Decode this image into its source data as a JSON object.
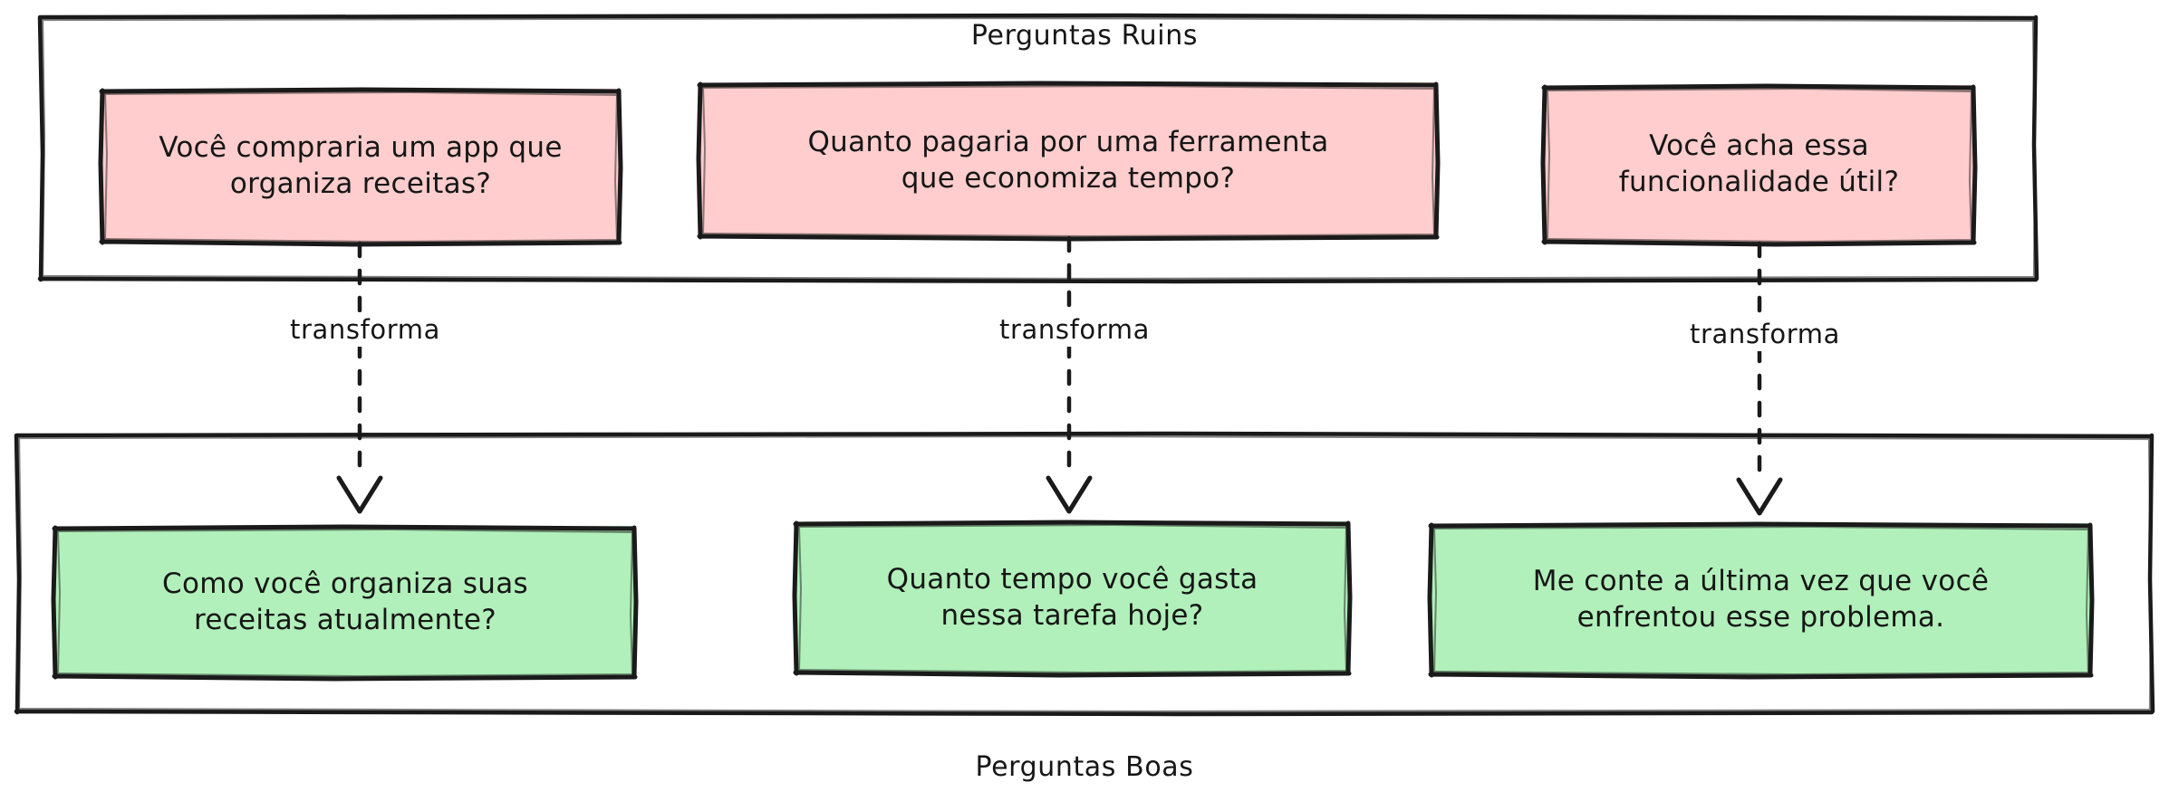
{
  "diagram": {
    "type": "flowchart",
    "direction": "top-to-bottom",
    "background_color": "#ffffff",
    "stroke_color": "#1a1a1a",
    "style": "hand-drawn"
  },
  "clusters": [
    {
      "id": "perguntas-ruins",
      "title": "Perguntas Ruins",
      "title_position": "top",
      "fill": "#ffffff",
      "stroke": "#1a1a1a"
    },
    {
      "id": "perguntas-boas",
      "title": "Perguntas Boas",
      "title_position": "bottom",
      "fill": "#ffffff",
      "stroke": "#1a1a1a"
    }
  ],
  "nodes": {
    "bad": [
      {
        "id": "bad-1",
        "text": "Você compraria um app que\norganiza receitas?",
        "fill": "#ffcdcd",
        "stroke": "#1a1a1a"
      },
      {
        "id": "bad-2",
        "text": "Quanto pagaria por uma ferramenta\nque economiza tempo?",
        "fill": "#ffcdcd",
        "stroke": "#1a1a1a"
      },
      {
        "id": "bad-3",
        "text": "Você acha essa\nfuncionalidade útil?",
        "fill": "#ffcdcd",
        "stroke": "#1a1a1a"
      }
    ],
    "good": [
      {
        "id": "good-1",
        "text": "Como você organiza suas\nreceitas atualmente?",
        "fill": "#b1f0ba",
        "stroke": "#1a1a1a"
      },
      {
        "id": "good-2",
        "text": "Quanto tempo você gasta\nnessa tarefa hoje?",
        "fill": "#b1f0ba",
        "stroke": "#1a1a1a"
      },
      {
        "id": "good-3",
        "text": "Me conte a última vez que você\nenfrentou esse problema.",
        "fill": "#b1f0ba",
        "stroke": "#1a1a1a"
      }
    ]
  },
  "edges": [
    {
      "id": "edge-1",
      "from": "bad-1",
      "to": "good-1",
      "label": "transforma",
      "style": "dashed",
      "arrowhead": "open"
    },
    {
      "id": "edge-2",
      "from": "bad-2",
      "to": "good-2",
      "label": "transforma",
      "style": "dashed",
      "arrowhead": "open"
    },
    {
      "id": "edge-3",
      "from": "bad-3",
      "to": "good-3",
      "label": "transforma",
      "style": "dashed",
      "arrowhead": "open"
    }
  ]
}
